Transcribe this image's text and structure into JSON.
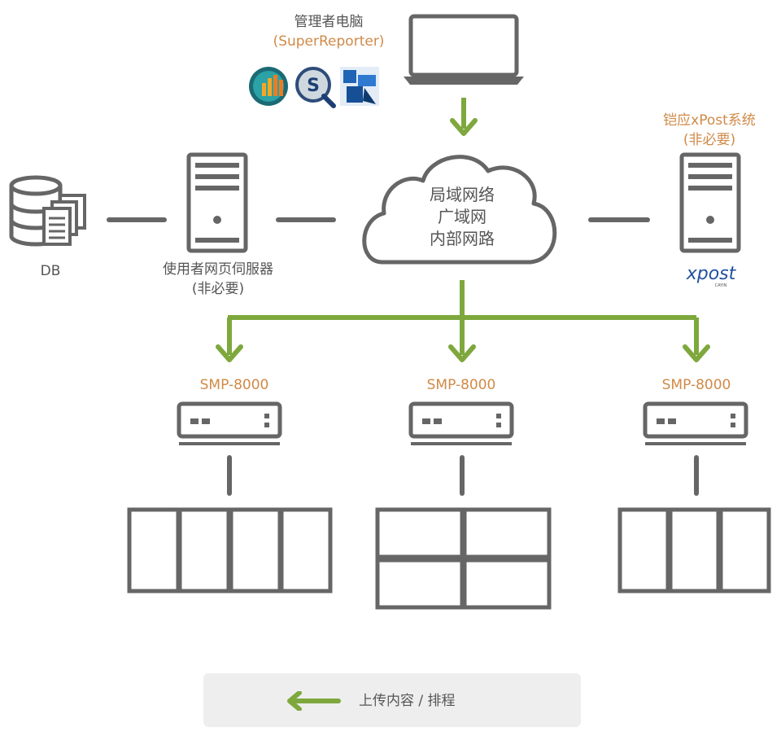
{
  "manager": {
    "title": "管理者电脑",
    "subtitle": "(SuperReporter)",
    "app_icons": [
      "chart-app-icon",
      "search-s-app-icon",
      "xpost-window-app-icon"
    ]
  },
  "cloud": {
    "lines": [
      "局域网络",
      "广域网",
      "内部网路"
    ]
  },
  "db": {
    "label": "DB"
  },
  "web_server": {
    "title": "使用者网页伺服器",
    "subtitle": "(非必要)"
  },
  "xpost": {
    "title": "铠应xPost系统",
    "subtitle": "(非必要)",
    "logo_text": "xpost",
    "logo_small": "CAYIN"
  },
  "players": [
    {
      "label": "SMP-8000",
      "layout": "1x4"
    },
    {
      "label": "SMP-8000",
      "layout": "2x2"
    },
    {
      "label": "SMP-8000",
      "layout": "1x3"
    }
  ],
  "legend": {
    "text": "上传内容 / 排程"
  },
  "colors": {
    "device_gray": "#666666",
    "arrow_green": "#7ea83d",
    "label_orange": "#d08a48",
    "text_gray": "#555555"
  }
}
